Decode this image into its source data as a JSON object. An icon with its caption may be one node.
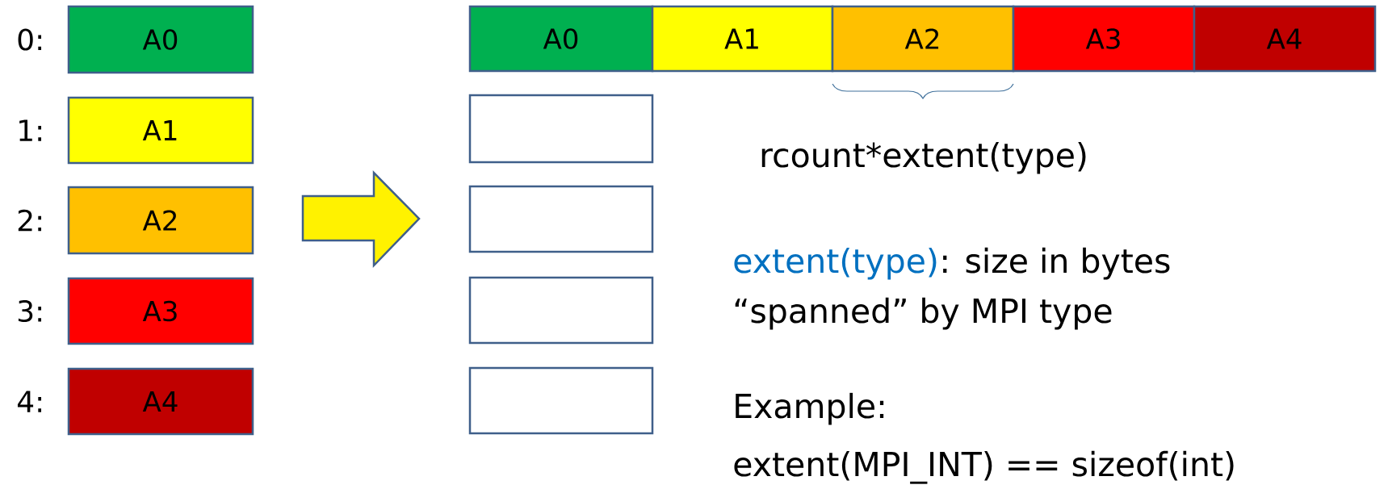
{
  "diagram": {
    "nodes": [
      {
        "text": [
          "A0"
        ],
        "beside": [
          "0:"
        ]
      },
      {
        "text": [
          "A1"
        ],
        "beside": [
          "1:"
        ]
      },
      {
        "text": [
          "A2"
        ],
        "beside": [
          "2:"
        ]
      },
      {
        "text": [
          "A3"
        ],
        "beside": [
          "3:"
        ]
      },
      {
        "text": [
          "A4"
        ],
        "beside": [
          "4:"
        ]
      },
      {
        "text": [
          "A0"
        ]
      },
      {
        "text": [
          "A1"
        ]
      },
      {
        "text": [
          "A2"
        ]
      },
      {
        "text": [
          "A3"
        ]
      },
      {
        "text": [
          "A4"
        ]
      },
      {
        "text": [],
        "shape": "box"
      },
      {
        "text": [],
        "shape": "box"
      },
      {
        "text": [],
        "shape": "box"
      },
      {
        "text": [],
        "shape": "box"
      }
    ],
    "labels": [
      "rcount*extent(type)",
      "extent(type)",
      ": size in bytes",
      "“spanned” by MPI type",
      "Example:",
      "extent(MPI_INT) == sizeof(int)"
    ]
  }
}
